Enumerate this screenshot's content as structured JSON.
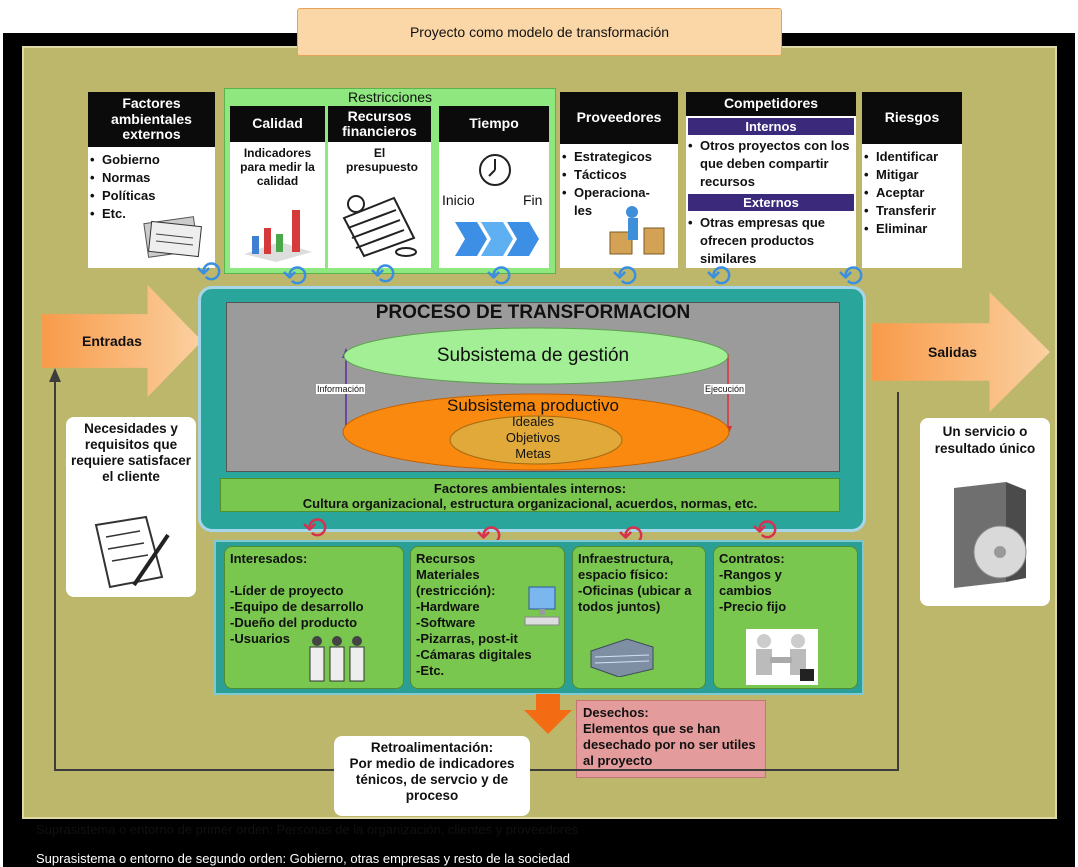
{
  "title": "Proyecto como modelo de transformación",
  "cards": {
    "factores_ext": {
      "title": "Factores ambientales externos",
      "items": [
        "Gobierno",
        "Normas",
        "Políticas",
        "Etc."
      ]
    },
    "restricciones": "Restricciones",
    "calidad": {
      "title": "Calidad",
      "text": "Indicadores para medir la calidad"
    },
    "recursos_fin": {
      "title": "Recursos financieros",
      "text": "El presupuesto"
    },
    "tiempo": {
      "title": "Tiempo",
      "inicio": "Inicio",
      "fin": "Fin"
    },
    "proveedores": {
      "title": "Proveedores",
      "items": [
        "Estrategicos",
        "Tácticos",
        "Operaciona-les"
      ]
    },
    "competidores": {
      "title": "Competidores",
      "internos": "Internos",
      "int_items": [
        "Otros proyectos con los que deben compartir recursos"
      ],
      "externos": "Externos",
      "ext_items": [
        "Otras empresas que ofrecen productos similares"
      ]
    },
    "riesgos": {
      "title": "Riesgos",
      "items": [
        "Identificar",
        "Mitigar",
        "Aceptar",
        "Transferir",
        "Eliminar"
      ]
    }
  },
  "entradas": "Entradas",
  "salidas": "Salidas",
  "proceso": {
    "title": "PROCESO DE TRANSFORMACION",
    "gestion": "Subsistema de gestión",
    "productivo": "Subsistema productivo",
    "core": [
      "Ideales",
      "Objetivos",
      "Metas"
    ],
    "informacion": "Información",
    "ejecucion": "Ejecución",
    "factores_int_title": "Factores ambientales internos:",
    "factores_int_text": "Cultura organizacional, estructura organizacional, acuerdos, normas, etc."
  },
  "necesidades": "Necesidades y requisitos que requiere satisfacer el cliente",
  "servicio": "Un servicio o resultado único",
  "recursos": {
    "interesados": {
      "title": "Interesados:",
      "items": [
        "-Líder de proyecto",
        "-Equipo de desarrollo",
        "-Dueño del producto",
        "-Usuarios"
      ]
    },
    "materiales": {
      "title": "Recursos Materiales (restricción):",
      "items": [
        "-Hardware",
        "-Software",
        "-Pizarras, post-it",
        "-Cámaras digitales",
        "-Etc."
      ]
    },
    "infra": {
      "title": "Infraestructura, espacio físico:",
      "items": [
        "-Oficinas (ubicar a todos juntos)"
      ]
    },
    "contratos": {
      "title": "Contratos:",
      "items": [
        "-Rangos y cambios",
        "-Precio fijo"
      ]
    }
  },
  "desechos": {
    "title": "Desechos:",
    "text": "Elementos que se han desechado por no ser utiles al proyecto"
  },
  "retro": {
    "title": "Retroalimentación:",
    "text": "Por medio de indicadores ténicos, de servcio y de proceso"
  },
  "supra1": "Suprasistema o  entorno de primer orden: Personas de la organización, clientes y proveedores",
  "supra2": "Suprasistema o entorno de segundo orden: Gobierno, otras empresas y resto de la sociedad",
  "colors": {
    "olive": "#bdb76c",
    "teal": "#2aa59c",
    "green": "#7ac74f",
    "orange": "#f5902e",
    "purple": "#3b2a7c"
  }
}
